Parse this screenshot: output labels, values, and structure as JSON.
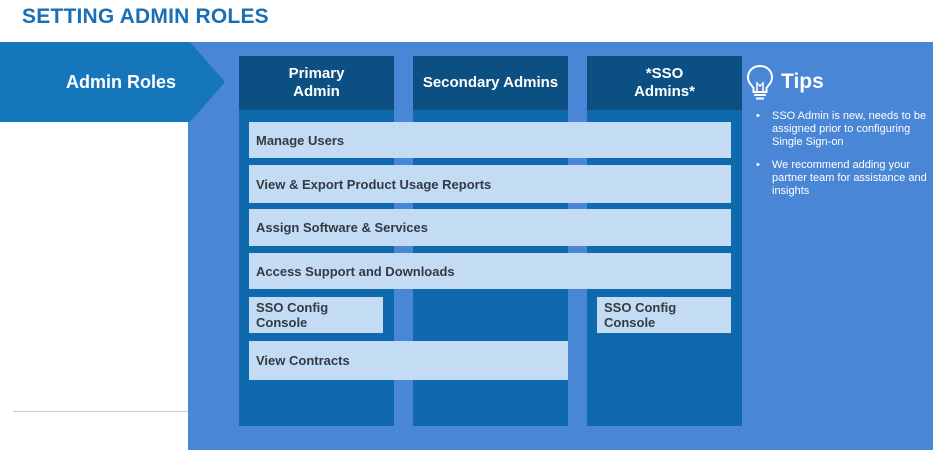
{
  "title": "SETTING ADMIN ROLES",
  "arrow_label": "Admin Roles",
  "columns": [
    {
      "label": "Primary\nAdmin"
    },
    {
      "label": "Secondary Admins"
    },
    {
      "label": "*SSO\nAdmins*"
    }
  ],
  "roles": {
    "manage_users": "Manage Users",
    "view_export": "View & Export Product Usage Reports",
    "assign_software": "Assign Software & Services",
    "access_support": "Access Support and Downloads",
    "sso_config_primary": "SSO Config\nConsole",
    "sso_config_sso": "SSO Config\nConsole",
    "view_contracts": "View Contracts"
  },
  "tips": {
    "icon": "lightbulb-icon",
    "title": "Tips",
    "items": [
      "SSO Admin is new, needs to be assigned prior to configuring Single Sign-on",
      "We recommend adding your partner team for assistance and insights"
    ]
  },
  "colors": {
    "title": "#1a6fb5",
    "panel": "#4a86d6",
    "arrow": "#1676bb",
    "column": "#0e6aac",
    "column_header": "#0c4f82",
    "role_bar": "#c4dcf3"
  }
}
